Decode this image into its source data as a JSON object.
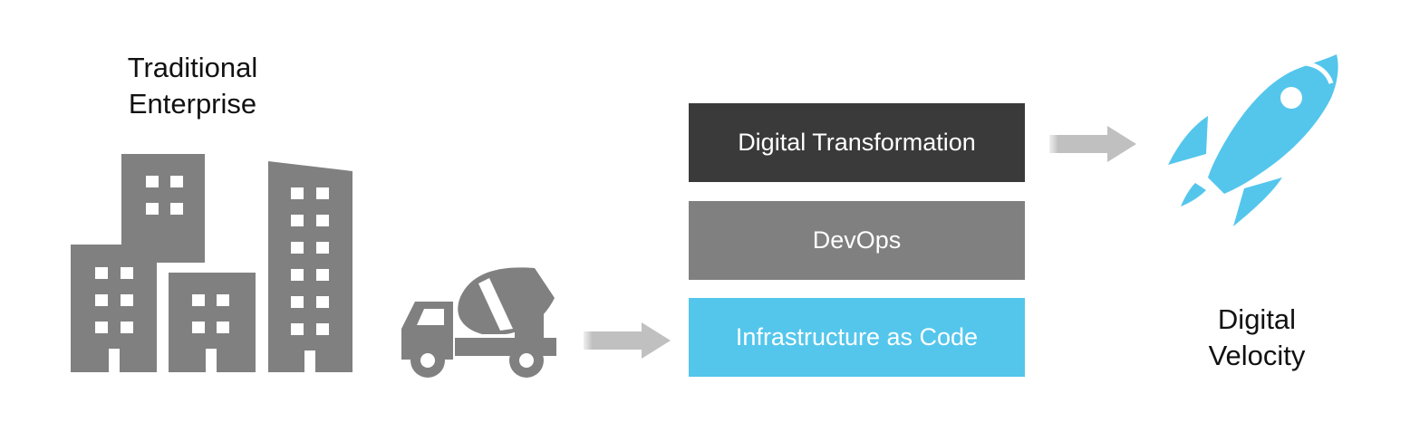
{
  "left_label": [
    "Traditional",
    "Enterprise"
  ],
  "right_label": [
    "Digital",
    "Velocity"
  ],
  "stack": [
    {
      "text": "Digital Transformation",
      "color": "#3a3a3a"
    },
    {
      "text": "DevOps",
      "color": "#808080"
    },
    {
      "text": "Infrastructure as Code",
      "color": "#54c6ec"
    }
  ],
  "icons": {
    "buildings": "city-buildings-icon",
    "truck": "cement-mixer-truck-icon",
    "rocket": "rocket-icon",
    "arrow": "right-arrow-icon"
  },
  "colors": {
    "icon_gray": "#808080",
    "arrow_gray": "#c0c0c0",
    "accent_blue": "#54c6ec"
  }
}
